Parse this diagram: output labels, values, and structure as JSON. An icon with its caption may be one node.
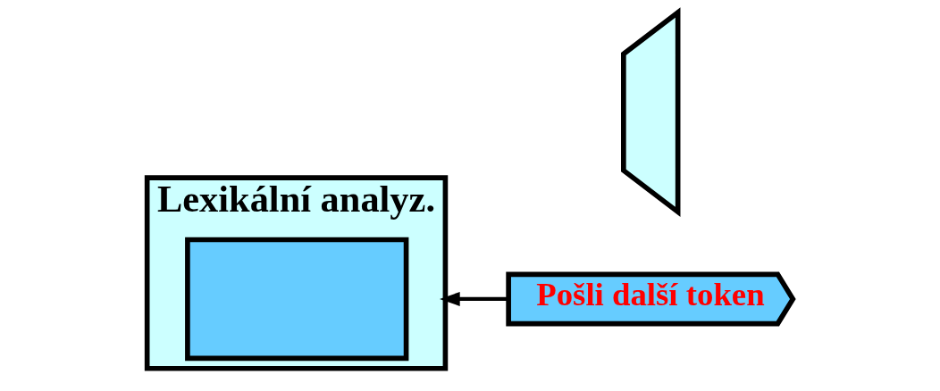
{
  "diagram": {
    "nodes": [
      {
        "text": [
          "Lexikální analyz."
        ]
      },
      {
        "text": [],
        "shape": "box",
        "in": 0
      },
      {
        "text": [],
        "shape": "trapezoid"
      },
      {
        "text": [
          "Pošli další token"
        ]
      }
    ],
    "edges": [
      {
        "from": 3,
        "to": 0,
        "arrow": "to"
      }
    ]
  }
}
